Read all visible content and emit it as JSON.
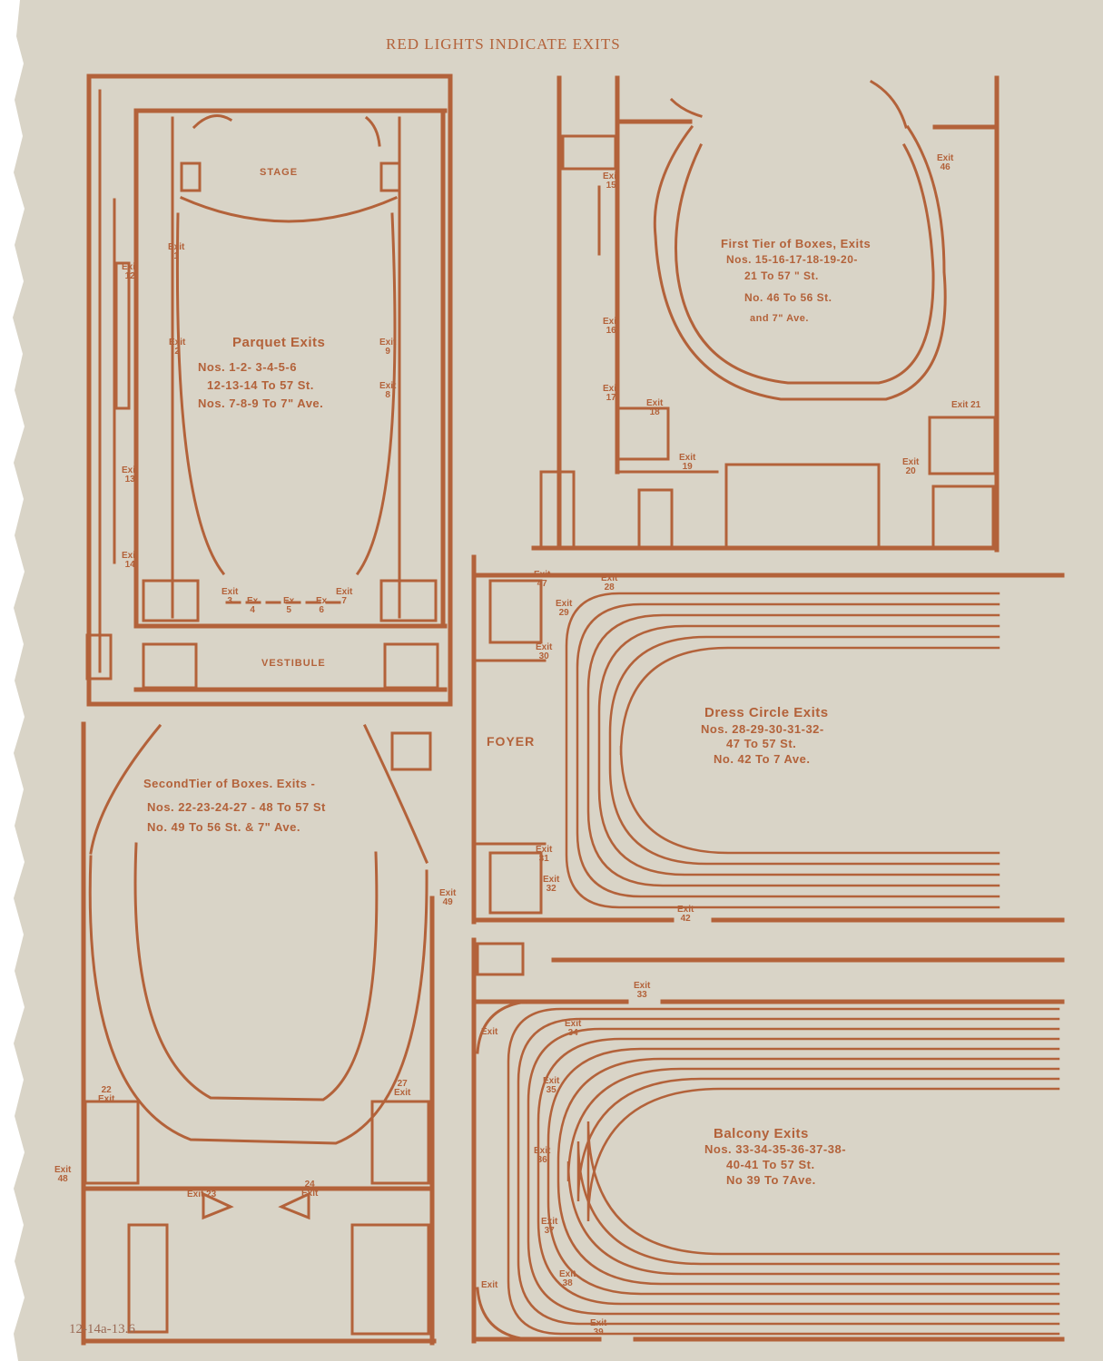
{
  "header": "RED LIGHTS INDICATE EXITS",
  "colors": {
    "ink": "#b3623a",
    "paper": "#d9d4c7"
  },
  "parquet": {
    "title": "Parquet Exits",
    "lines": [
      "Nos. 1-2- 3-4-5-6",
      "12-13-14 To 57 St.",
      "Nos. 7-8-9 To 7\" Ave."
    ],
    "stage": "STAGE",
    "vestibule": "VESTIBULE",
    "exits": {
      "e1": "Exit\n1",
      "e2": "Exit\n2",
      "e9": "Exit\n9",
      "e8": "Exit\n8",
      "e12": "Exit\n12",
      "e13": "Exit\n13",
      "e14": "Exit\n14",
      "e3": "Exit\n3",
      "e4": "Ex\n4",
      "e5": "Ex\n5",
      "e6": "Ex\n6",
      "e7": "Exit\n7"
    }
  },
  "first_tier": {
    "title": "First Tier of Boxes, Exits",
    "lines": [
      "Nos. 15-16-17-18-19-20-",
      "21 To 57 \" St.",
      "No. 46 To 56 St.",
      "and 7\" Ave."
    ],
    "exits": {
      "e15": "Exit\n15",
      "e16": "Exit\n16",
      "e17": "Exit\n17",
      "e18": "Exit\n18",
      "e19": "Exit\n19",
      "e20": "Exit\n20",
      "e21": "Exit 21",
      "e46": "Exit\n46"
    }
  },
  "second_tier": {
    "title": "SecondTier of Boxes. Exits -",
    "lines": [
      "Nos. 22-23-24-27 - 48 To 57 St",
      "No. 49 To 56 St. & 7\" Ave."
    ],
    "exits": {
      "e22": "22\nExit",
      "e27": "27\nExit",
      "e48": "Exit\n48",
      "e23": "Exit 23",
      "e24": "24\nExit",
      "e49": "Exit\n49"
    }
  },
  "dress_circle": {
    "title": "Dress Circle Exits",
    "lines": [
      "Nos. 28-29-30-31-32-",
      "47 To 57 St.",
      "No. 42 To 7 Ave."
    ],
    "foyer": "FOYER",
    "exits": {
      "e47": "Exit\n47",
      "e28": "Exit\n28",
      "e29": "Exit\n29",
      "e30": "Exit\n30",
      "e31": "Exit\n31",
      "e32": "Exit\n32",
      "e42": "Exit\n42"
    }
  },
  "balcony": {
    "title": "Balcony Exits",
    "lines": [
      "Nos. 33-34-35-36-37-38-",
      "40-41 To 57 St.",
      "No 39 To 7Ave."
    ],
    "exits": {
      "e33": "Exit\n33",
      "e34": "Exit\n34",
      "e35": "Exit\n35",
      "e36": "Exit\n36",
      "e37": "Exit\n37",
      "e38": "Exit\n38",
      "e39": "Exit\n39",
      "eTop": "Exit",
      "eBot": "Exit"
    }
  },
  "annotation": "12-14a-13.6"
}
